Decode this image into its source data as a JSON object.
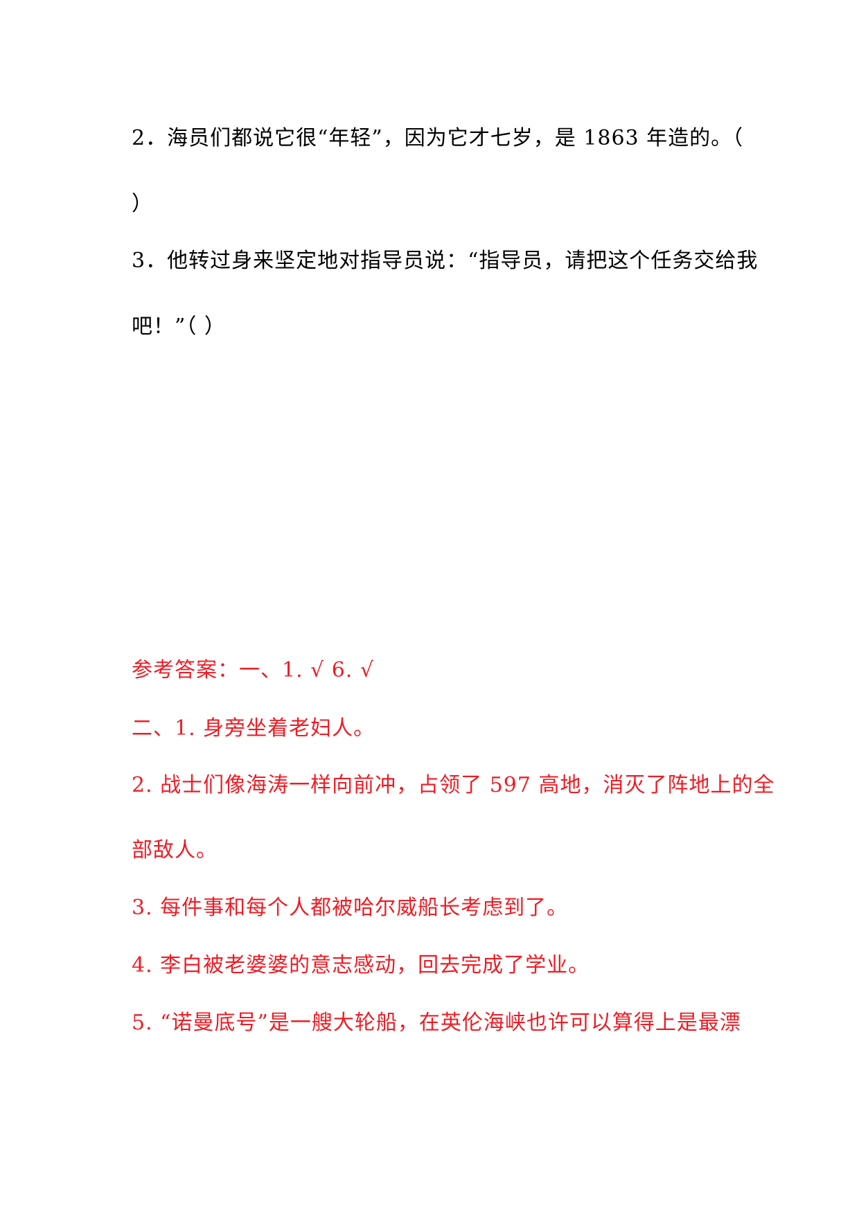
{
  "colors": {
    "question_text": "#000000",
    "answer_text": "#ee1c24"
  },
  "questions": [
    {
      "text": "2．海员们都说它很“年轻”，因为它才七岁，是 1863 年造的。（"
    },
    {
      "text": "）"
    },
    {
      "text": "3．他转过身来坚定地对指导员说：“指导员，请把这个任务交给我"
    },
    {
      "text": "吧！”（        ）"
    }
  ],
  "answers": [
    {
      "text": "参考答案：一、1. √        6. √"
    },
    {
      "text": "二、1. 身旁坐着老妇人。"
    },
    {
      "text": "2. 战士们像海涛一样向前冲，占领了 597 高地，消灭了阵地上的全"
    },
    {
      "text": "部敌人。"
    },
    {
      "text": "3. 每件事和每个人都被哈尔威船长考虑到了。"
    },
    {
      "text": "4. 李白被老婆婆的意志感动，回去完成了学业。"
    },
    {
      "text": "5. “诺曼底号”是一艘大轮船，在英伦海峡也许可以算得上是最漂"
    }
  ]
}
